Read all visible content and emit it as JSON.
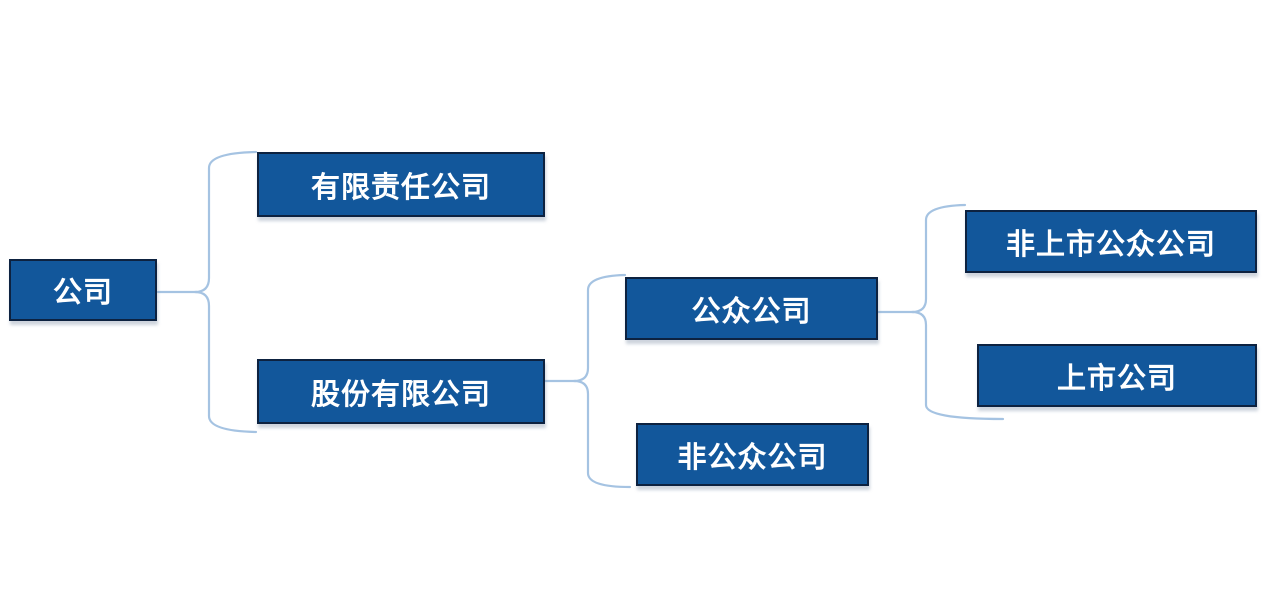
{
  "colors": {
    "background": "#ffffff",
    "node_fill": "#12579b",
    "node_border": "#0d2240",
    "node_text": "#ffffff",
    "connector": "#a5c3e2"
  },
  "nodes": [
    {
      "id": "company",
      "label": "公司",
      "parent": null,
      "level": 0
    },
    {
      "id": "limited-liability-company",
      "label": "有限责任公司",
      "parent": "company",
      "level": 1
    },
    {
      "id": "joint-stock-company",
      "label": "股份有限公司",
      "parent": "company",
      "level": 1
    },
    {
      "id": "public-company",
      "label": "公众公司",
      "parent": "joint-stock-company",
      "level": 2
    },
    {
      "id": "non-public-company",
      "label": "非公众公司",
      "parent": "joint-stock-company",
      "level": 2
    },
    {
      "id": "unlisted-public-company",
      "label": "非上市公众公司",
      "parent": "public-company",
      "level": 3
    },
    {
      "id": "listed-company",
      "label": "上市公司",
      "parent": "public-company",
      "level": 3
    }
  ]
}
